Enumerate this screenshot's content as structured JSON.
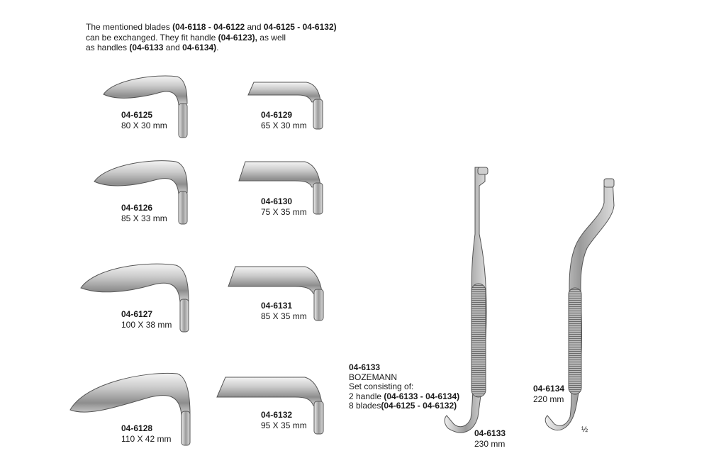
{
  "intro": {
    "line1_pre": "The mentioned blades ",
    "line1_b1": "(04-6118 - 04-6122",
    "line1_mid": " and ",
    "line1_b2": "04-6125 - 04-6132)",
    "line2_pre": "can be exchanged. They fit handle ",
    "line2_b": "(04-6123),",
    "line2_post": " as well",
    "line3_pre": "as handles ",
    "line3_b1": "(04-6133",
    "line3_mid": " and  ",
    "line3_b2": "04-6134)",
    "line3_post": "."
  },
  "blades": [
    {
      "code": "04-6125",
      "dim": "80 X 30 mm"
    },
    {
      "code": "04-6126",
      "dim": "85 X 33 mm"
    },
    {
      "code": "04-6127",
      "dim": "100 X 38 mm"
    },
    {
      "code": "04-6128",
      "dim": "110 X 42 mm"
    },
    {
      "code": "04-6129",
      "dim": "65 X 30 mm"
    },
    {
      "code": "04-6130",
      "dim": "75 X 35 mm"
    },
    {
      "code": "04-6131",
      "dim": "85 X 35 mm"
    },
    {
      "code": "04-6132",
      "dim": "95 X 35 mm"
    }
  ],
  "set": {
    "code": "04-6133",
    "name": "BOZEMANN",
    "consisting": "Set consisting of:",
    "handles_pre": "2 handle ",
    "handles_b": "(04-6133 - 04-6134)",
    "blades_pre": "8 blades",
    "blades_b": "(04-6125 - 04-6132)"
  },
  "handles": [
    {
      "code": "04-6133",
      "dim": "230 mm"
    },
    {
      "code": "04-6134",
      "dim": "220 mm"
    }
  ],
  "scale_label": "½"
}
